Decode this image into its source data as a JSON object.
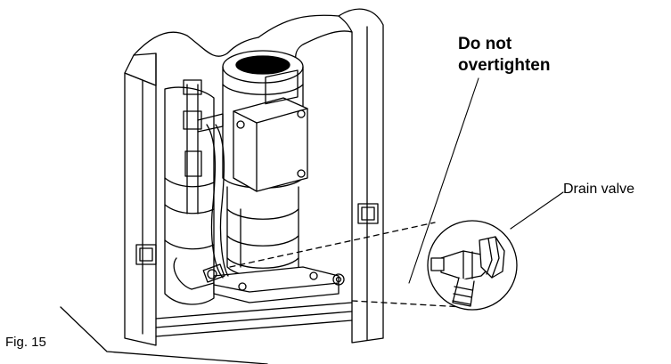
{
  "labels": {
    "caution_line1": "Do not",
    "caution_line2": "overtighten",
    "drain_valve": "Drain valve",
    "figure": "Fig. 15"
  },
  "colors": {
    "line": "#000000",
    "background": "#ffffff"
  }
}
